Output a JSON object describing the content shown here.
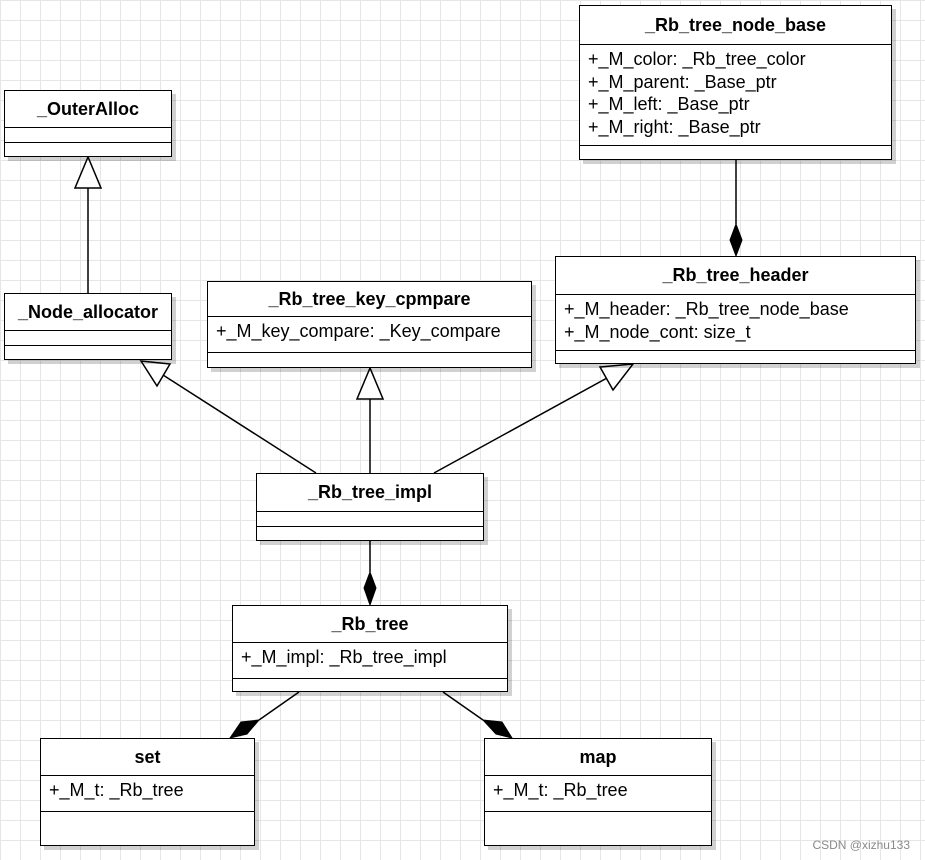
{
  "classes": {
    "outer_alloc": {
      "name": "_OuterAlloc",
      "attributes": []
    },
    "node_allocator": {
      "name": "_Node_allocator",
      "attributes": []
    },
    "key_compare": {
      "name": "_Rb_tree_key_cpmpare",
      "attributes": [
        "+_M_key_compare: _Key_compare"
      ]
    },
    "node_base": {
      "name": "_Rb_tree_node_base",
      "attributes": [
        "+_M_color: _Rb_tree_color",
        "+_M_parent: _Base_ptr",
        "+_M_left: _Base_ptr",
        "+_M_right: _Base_ptr"
      ]
    },
    "header": {
      "name": "_Rb_tree_header",
      "attributes": [
        "+_M_header: _Rb_tree_node_base",
        "+_M_node_cont: size_t"
      ]
    },
    "impl": {
      "name": "_Rb_tree_impl",
      "attributes": []
    },
    "rb_tree": {
      "name": "_Rb_tree",
      "attributes": [
        "+_M_impl: _Rb_tree_impl"
      ]
    },
    "set": {
      "name": "set",
      "attributes": [
        "+_M_t: _Rb_tree"
      ]
    },
    "map": {
      "name": "map",
      "attributes": [
        "+_M_t: _Rb_tree"
      ]
    }
  },
  "relationships": [
    {
      "type": "inheritance",
      "from": "_Node_allocator",
      "to": "_OuterAlloc"
    },
    {
      "type": "inheritance",
      "from": "_Rb_tree_impl",
      "to": "_Node_allocator"
    },
    {
      "type": "inheritance",
      "from": "_Rb_tree_impl",
      "to": "_Rb_tree_key_cpmpare"
    },
    {
      "type": "inheritance",
      "from": "_Rb_tree_impl",
      "to": "_Rb_tree_header"
    },
    {
      "type": "composition",
      "whole": "_Rb_tree_header",
      "part": "_Rb_tree_node_base"
    },
    {
      "type": "composition",
      "whole": "_Rb_tree",
      "part": "_Rb_tree_impl"
    },
    {
      "type": "composition",
      "whole": "set",
      "part": "_Rb_tree"
    },
    {
      "type": "composition",
      "whole": "map",
      "part": "_Rb_tree"
    }
  ],
  "watermark": "CSDN @xizhu133"
}
